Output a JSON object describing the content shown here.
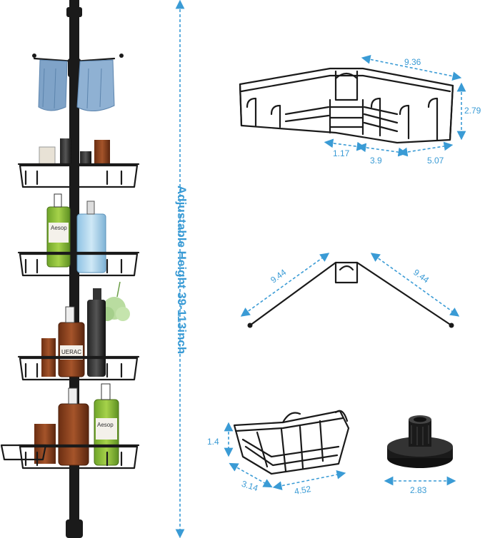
{
  "height_label": "Adjustable Height 39-113inch",
  "corner_basket": {
    "width_top": "9.36",
    "height": "2.79",
    "depth_a": "1.17",
    "depth_b": "3.9",
    "depth_c": "5.07"
  },
  "hanger": {
    "arm_left": "9.44",
    "arm_right": "9.44"
  },
  "soap_basket": {
    "height": "1.4",
    "width": "3.14",
    "length": "4.52"
  },
  "base": {
    "diameter": "2.83"
  },
  "bottle_brands": {
    "aesop_1": "Aesop",
    "aesop_2": "Aesop",
    "uerac": "UERAC"
  },
  "colors": {
    "dimension": "#3a9bd5",
    "metal": "#1a1a1a"
  }
}
